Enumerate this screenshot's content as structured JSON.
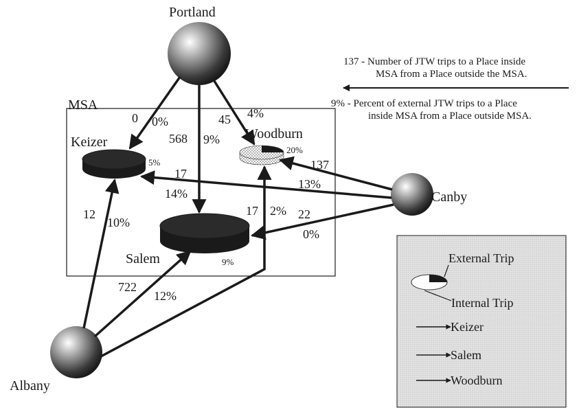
{
  "places": {
    "portland": "Portland",
    "canby": "Canby",
    "albany": "Albany",
    "keizer": "Keizer",
    "woodburn": "Woodburn",
    "salem": "Salem"
  },
  "msa_label": "MSA",
  "external_share": {
    "keizer": "5%",
    "woodburn": "20%",
    "salem": "9%"
  },
  "flows": [
    {
      "from": "Portland",
      "to": "Keizer",
      "trips": "0",
      "percent": "0%"
    },
    {
      "from": "Portland",
      "to": "Salem",
      "trips": "568",
      "percent": "9%"
    },
    {
      "from": "Portland",
      "to": "Woodburn",
      "trips": "45",
      "percent": "4%"
    },
    {
      "from": "Canby",
      "to": "Woodburn",
      "trips": "137",
      "percent": "13%"
    },
    {
      "from": "Canby",
      "to": "Keizer",
      "trips": "17",
      "percent": "14%"
    },
    {
      "from": "Canby",
      "to": "Salem",
      "trips": "22",
      "percent": "0%"
    },
    {
      "from": "Albany",
      "to": "Keizer",
      "trips": "12",
      "percent": "10%"
    },
    {
      "from": "Albany",
      "to": "Salem",
      "trips": "722",
      "percent": "12%"
    },
    {
      "from": "Albany",
      "to": "Woodburn",
      "trips": "17",
      "percent": "2%"
    }
  ],
  "key": {
    "line1": "137 -  Number of JTW trips to a Place inside",
    "line2": "MSA from  a Place outside the MSA.",
    "line3": "9% -   Percent of external JTW trips to a Place",
    "line4": "inside MSA from a Place outside MSA."
  },
  "legend": {
    "external": "External Trip",
    "internal": "Internal Trip",
    "keizer": "Keizer",
    "salem": "Salem",
    "woodburn": "Woodburn"
  },
  "colors": {
    "ink": "#1a1a1a",
    "legend_bg": "#e6e6e6"
  }
}
